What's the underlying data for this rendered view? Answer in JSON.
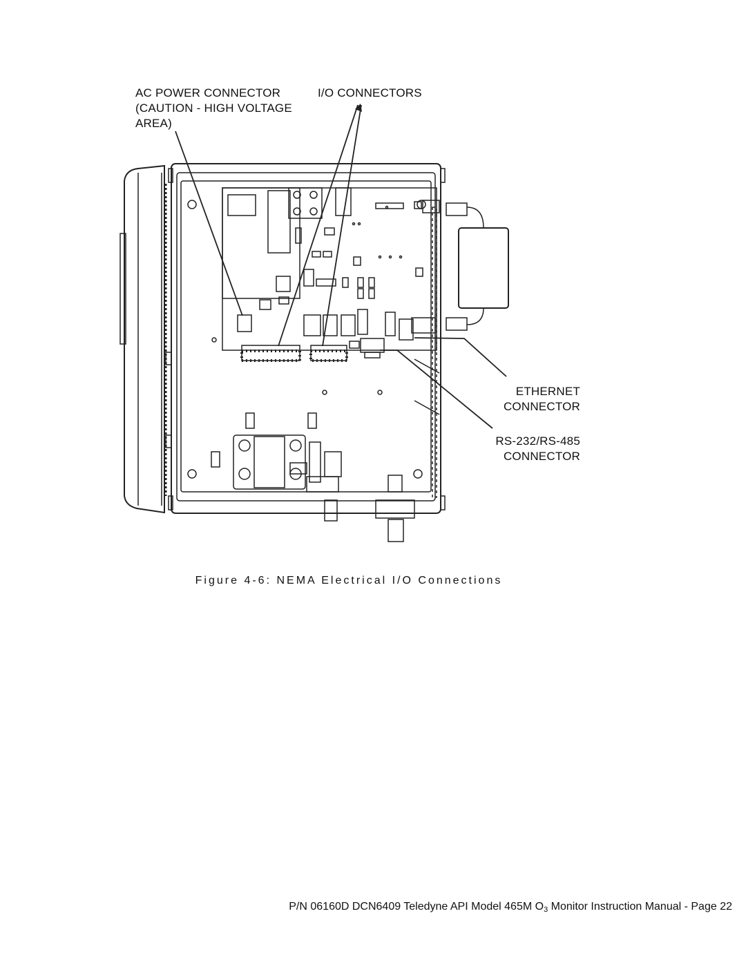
{
  "callouts": {
    "ac_power": [
      "AC POWER CONNECTOR",
      "(CAUTION - HIGH VOLTAGE",
      "AREA)"
    ],
    "io": "I/O CONNECTORS",
    "ethernet": [
      "ETHERNET",
      "CONNECTOR"
    ],
    "rs232": [
      "RS-232/RS-485",
      "CONNECTOR"
    ]
  },
  "caption": "Figure 4-6: NEMA Electrical I/O Connections",
  "footer": {
    "prefix": "P/N 06160D DCN6409 Teledyne API Model 465M O",
    "subscript": "3",
    "suffix": " Monitor Instruction Manual - Page 22"
  }
}
